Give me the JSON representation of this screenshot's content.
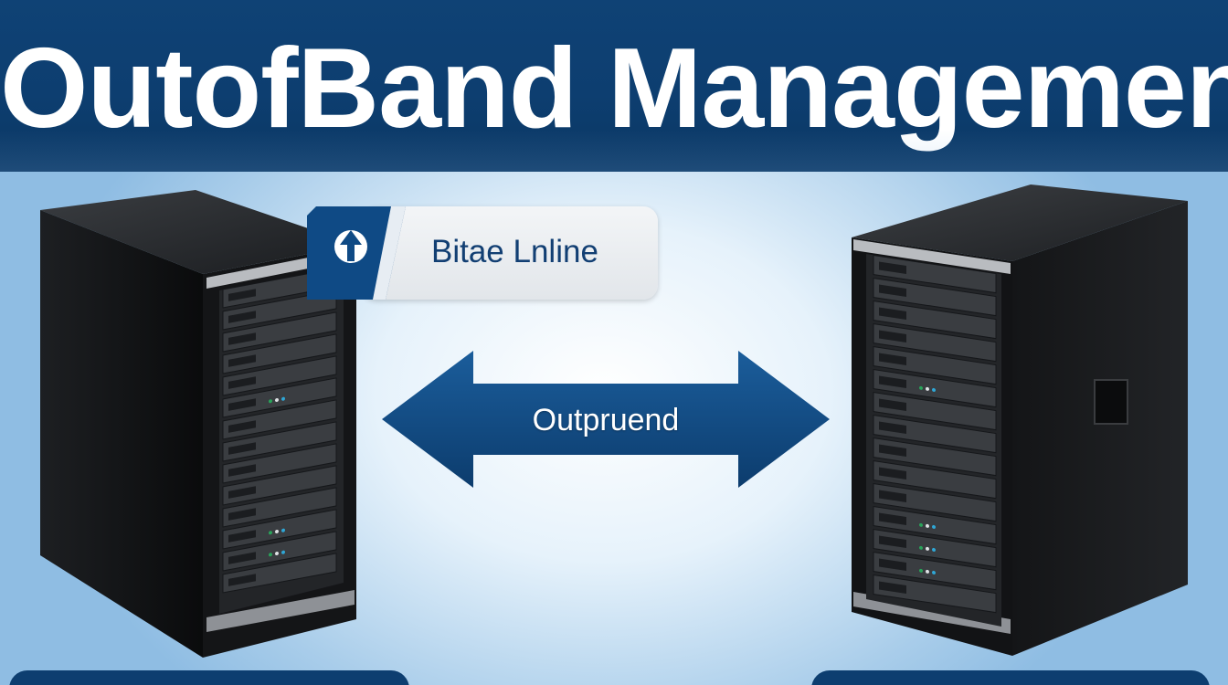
{
  "banner": {
    "title": "OutofBand Management"
  },
  "callout": {
    "label": "Bitae Lnline",
    "icon": "arrow-up-icon"
  },
  "link_arrow": {
    "label": "Outpruend",
    "icon": "double-arrow-icon"
  },
  "colors": {
    "banner": "#0d3e70",
    "accent": "#124a82",
    "text_dark": "#123f73",
    "background": "#dbeaf7"
  }
}
